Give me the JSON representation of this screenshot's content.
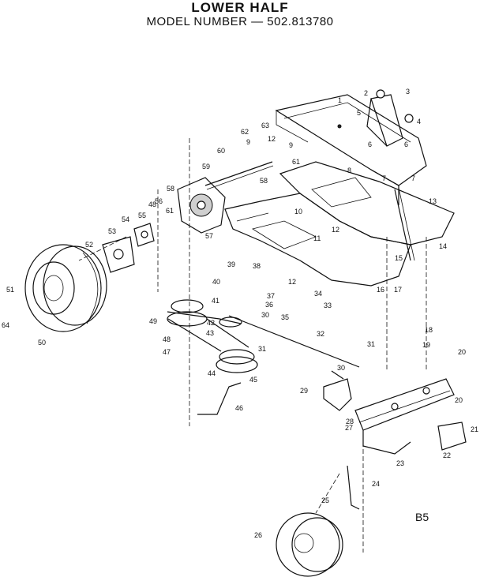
{
  "header": {
    "title": "LOWER HALF",
    "subtitle": "MODEL NUMBER — 502.813780"
  },
  "page_label": "B5",
  "callouts": [
    "1",
    "2",
    "3",
    "4",
    "5",
    "6",
    "6",
    "7",
    "7",
    "8",
    "9",
    "9",
    "10",
    "11",
    "12",
    "12",
    "12",
    "13",
    "14",
    "15",
    "16",
    "17",
    "18",
    "19",
    "20",
    "20",
    "21",
    "22",
    "23",
    "24",
    "25",
    "26",
    "27",
    "28",
    "29",
    "30",
    "30",
    "31",
    "31",
    "32",
    "33",
    "34",
    "35",
    "36",
    "37",
    "38",
    "39",
    "40",
    "41",
    "42",
    "43",
    "44",
    "45",
    "46",
    "47",
    "48",
    "48",
    "49",
    "50",
    "51",
    "52",
    "53",
    "54",
    "55",
    "56",
    "57",
    "58",
    "58",
    "59",
    "60",
    "61",
    "61",
    "62",
    "63",
    "64"
  ]
}
